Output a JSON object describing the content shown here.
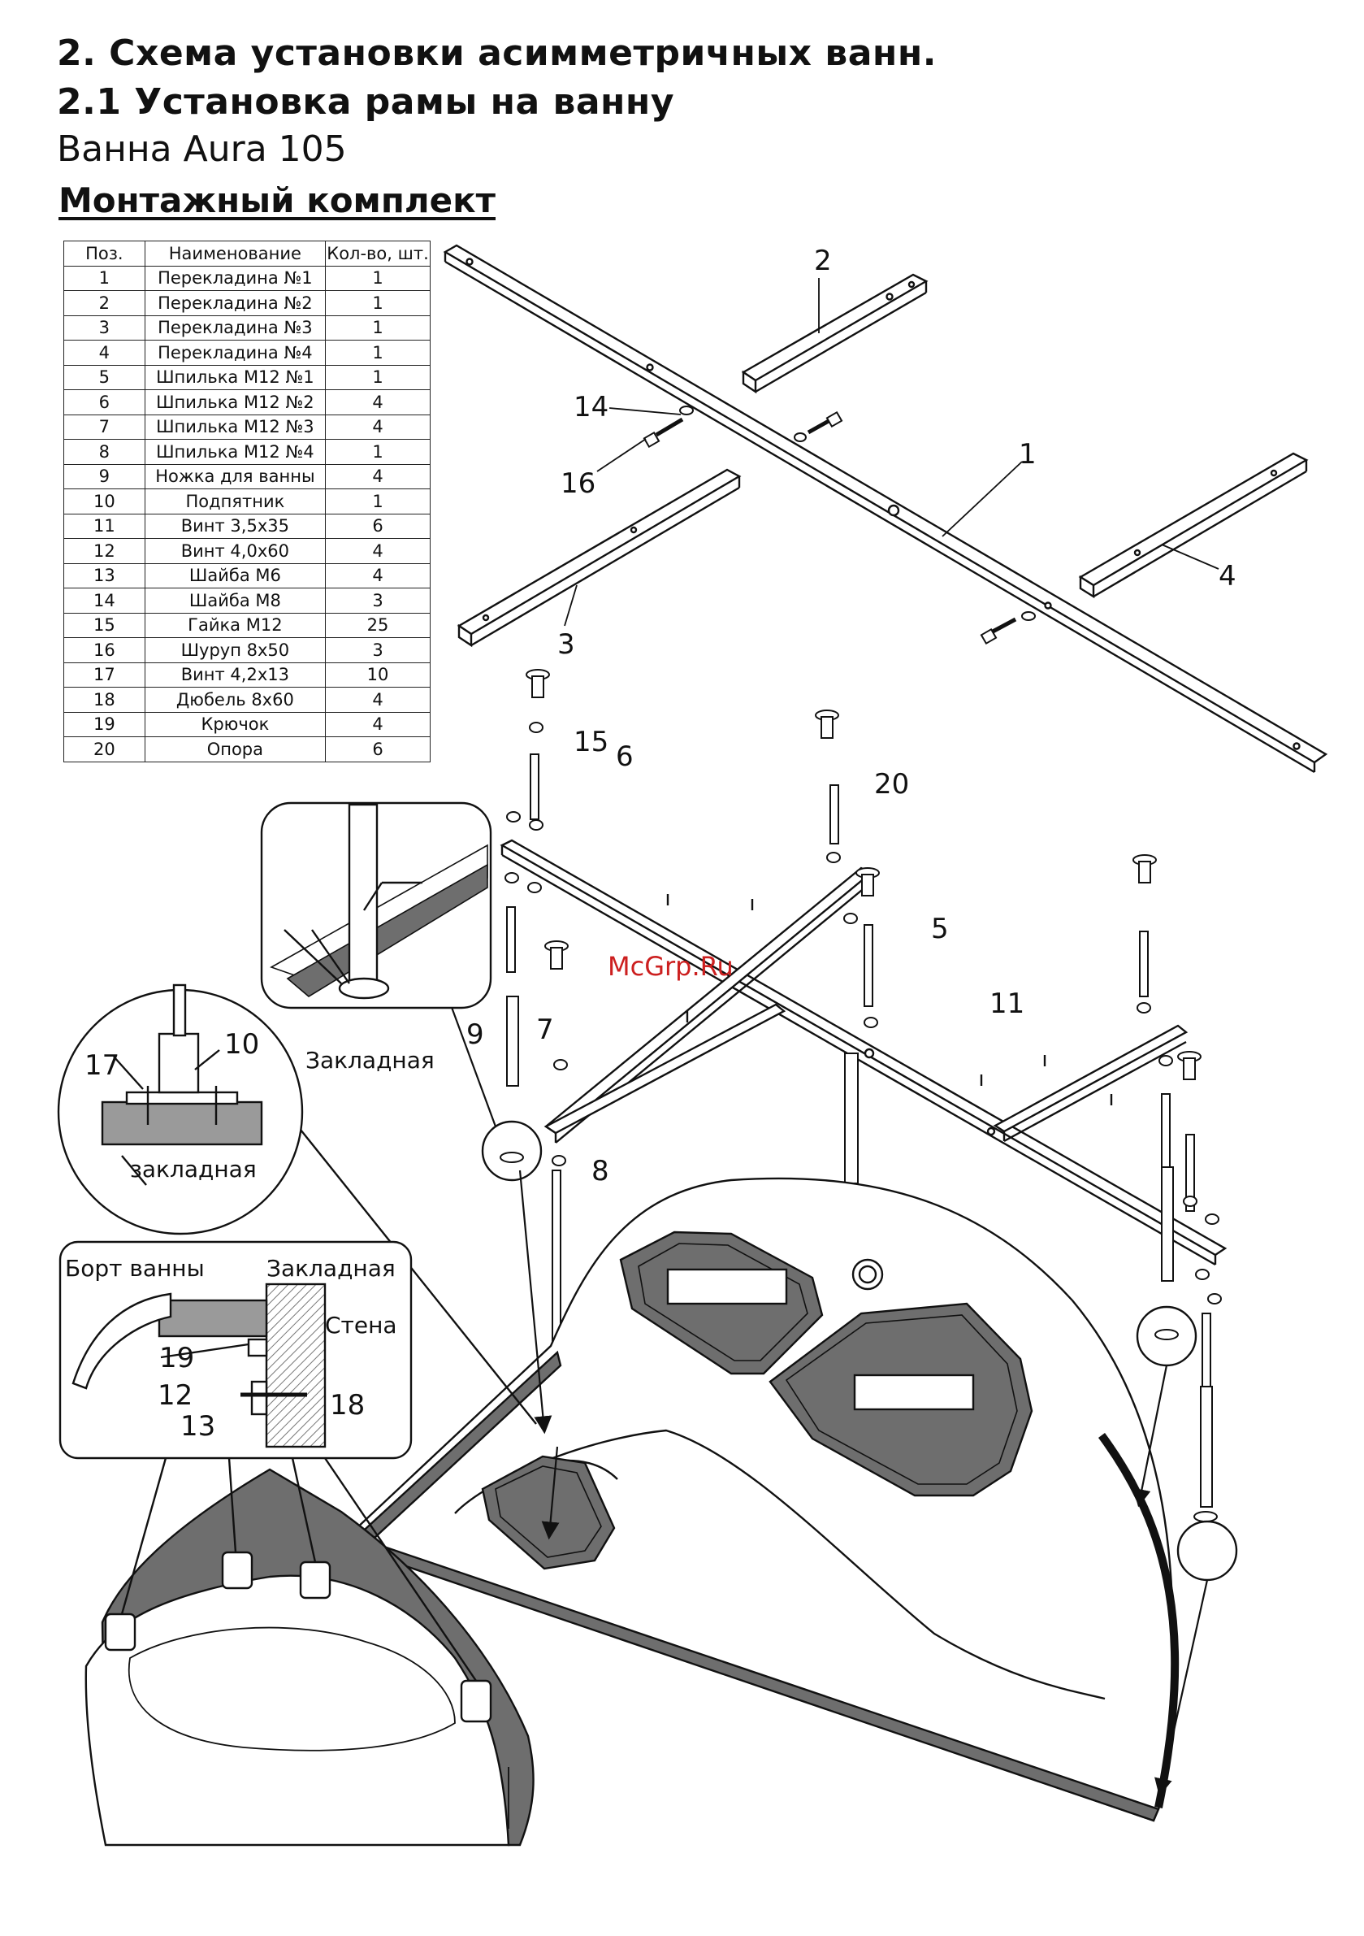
{
  "header": {
    "title": "2. Схема установки асимметричных ванн.",
    "subtitle": "2.1 Установка рамы на ванну",
    "model": "Ванна Aura 105",
    "kit_title": "Монтажный комплект"
  },
  "parts_table": {
    "headers": [
      "Поз.",
      "Наименование",
      "Кол-во, шт."
    ],
    "rows": [
      [
        "1",
        "Перекладина №1",
        "1"
      ],
      [
        "2",
        "Перекладина №2",
        "1"
      ],
      [
        "3",
        "Перекладина №3",
        "1"
      ],
      [
        "4",
        "Перекладина №4",
        "1"
      ],
      [
        "5",
        "Шпилька М12 №1",
        "1"
      ],
      [
        "6",
        "Шпилька М12 №2",
        "4"
      ],
      [
        "7",
        "Шпилька М12 №3",
        "4"
      ],
      [
        "8",
        "Шпилька М12 №4",
        "1"
      ],
      [
        "9",
        "Ножка для ванны",
        "4"
      ],
      [
        "10",
        "Подпятник",
        "1"
      ],
      [
        "11",
        "Винт 3,5х35",
        "6"
      ],
      [
        "12",
        "Винт 4,0х60",
        "4"
      ],
      [
        "13",
        "Шайба М6",
        "4"
      ],
      [
        "14",
        "Шайба М8",
        "3"
      ],
      [
        "15",
        "Гайка М12",
        "25"
      ],
      [
        "16",
        "Шуруп 8х50",
        "3"
      ],
      [
        "17",
        "Винт 4,2х13",
        "10"
      ],
      [
        "18",
        "Дюбель 8х60",
        "4"
      ],
      [
        "19",
        "Крючок",
        "4"
      ],
      [
        "20",
        "Опора",
        "6"
      ]
    ]
  },
  "callouts": {
    "n1": "1",
    "n2": "2",
    "n3": "3",
    "n4": "4",
    "n5": "5",
    "n6": "6",
    "n7": "7",
    "n8": "8",
    "n9": "9",
    "n10": "10",
    "n11": "11",
    "n12": "12",
    "n13": "13",
    "n14": "14",
    "n15": "15",
    "n16": "16",
    "n17": "17",
    "n18": "18",
    "n19": "19",
    "n20": "20"
  },
  "detail_labels": {
    "zakladnaya_cap": "Закладная",
    "zakladnaya_lower": "закладная",
    "bort": "Борт ванны",
    "stena": "Стена"
  },
  "watermark": "McGrp.Ru",
  "colors": {
    "panel_gray": "#6e6e6e",
    "hatch_gray": "#9a9a9a",
    "watermark_red": "#cc1f1f"
  }
}
